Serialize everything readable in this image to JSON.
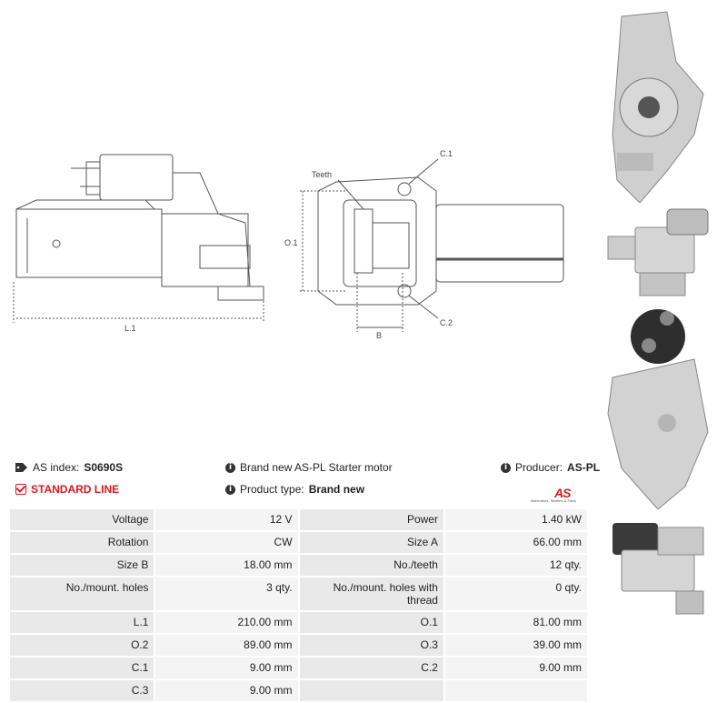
{
  "diagram": {
    "labels": {
      "l1": "L.1",
      "o1": "O.1",
      "teeth": "Teeth",
      "c1": "C.1",
      "c2": "C.2",
      "b": "B"
    }
  },
  "info": {
    "as_index_label": "AS index:",
    "as_index_value": "S0690S",
    "standard_line": "STANDARD LINE",
    "description": "Brand new AS-PL Starter motor",
    "product_type_label": "Product type:",
    "product_type_value": "Brand new",
    "producer_label": "Producer:",
    "producer_value": "AS-PL"
  },
  "logo": {
    "text": "AS",
    "subtitle": "Alternators, Starters & Parts"
  },
  "specs": [
    {
      "l1": "Voltage",
      "v1": "12 V",
      "l2": "Power",
      "v2": "1.40 kW"
    },
    {
      "l1": "Rotation",
      "v1": "CW",
      "l2": "Size A",
      "v2": "66.00 mm"
    },
    {
      "l1": "Size B",
      "v1": "18.00 mm",
      "l2": "No./teeth",
      "v2": "12 qty."
    },
    {
      "l1": "No./mount. holes",
      "v1": "3 qty.",
      "l2": "No./mount. holes with thread",
      "v2": "0 qty."
    },
    {
      "l1": "L.1",
      "v1": "210.00 mm",
      "l2": "O.1",
      "v2": "81.00 mm"
    },
    {
      "l1": "O.2",
      "v1": "89.00 mm",
      "l2": "O.3",
      "v2": "39.00 mm"
    },
    {
      "l1": "C.1",
      "v1": "9.00 mm",
      "l2": "C.2",
      "v2": "9.00 mm"
    },
    {
      "l1": "C.3",
      "v1": "9.00 mm",
      "l2": "",
      "v2": ""
    }
  ]
}
